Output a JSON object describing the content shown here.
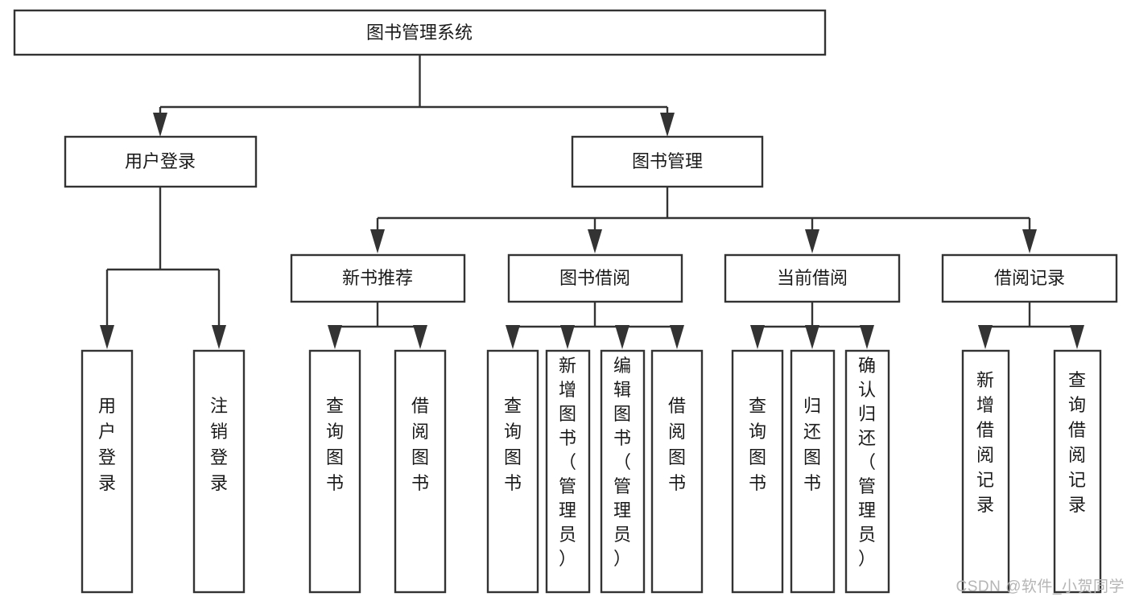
{
  "diagram": {
    "title": "图书管理系统",
    "type": "tree-hierarchy",
    "root": {
      "id": "root",
      "label": "图书管理系统",
      "orientation": "horizontal"
    },
    "level2": [
      {
        "id": "user-login",
        "label": "用户登录",
        "orientation": "horizontal"
      },
      {
        "id": "book-management",
        "label": "图书管理",
        "orientation": "horizontal"
      }
    ],
    "level3": [
      {
        "id": "new-book-recommend",
        "label": "新书推荐",
        "orientation": "horizontal",
        "parent": "book-management"
      },
      {
        "id": "book-borrow",
        "label": "图书借阅",
        "orientation": "horizontal",
        "parent": "book-management"
      },
      {
        "id": "current-borrow",
        "label": "当前借阅",
        "orientation": "horizontal",
        "parent": "book-management"
      },
      {
        "id": "borrow-record",
        "label": "借阅记录",
        "orientation": "horizontal",
        "parent": "book-management"
      }
    ],
    "leaves": [
      {
        "id": "leaf-user-login",
        "label": "用户登录",
        "orientation": "vertical",
        "parent": "user-login"
      },
      {
        "id": "leaf-user-logout",
        "label": "注销登录",
        "orientation": "vertical",
        "parent": "user-login"
      },
      {
        "id": "leaf-query-book-1",
        "label": "查询图书",
        "orientation": "vertical",
        "parent": "new-book-recommend"
      },
      {
        "id": "leaf-borrow-book-1",
        "label": "借阅图书",
        "orientation": "vertical",
        "parent": "new-book-recommend"
      },
      {
        "id": "leaf-query-book-2",
        "label": "查询图书",
        "orientation": "vertical",
        "parent": "book-borrow"
      },
      {
        "id": "leaf-add-book",
        "label": "新增图书（管理员）",
        "orientation": "vertical",
        "parent": "book-borrow"
      },
      {
        "id": "leaf-edit-book",
        "label": "编辑图书（管理员）",
        "orientation": "vertical",
        "parent": "book-borrow"
      },
      {
        "id": "leaf-borrow-book-2",
        "label": "借阅图书",
        "orientation": "vertical",
        "parent": "book-borrow"
      },
      {
        "id": "leaf-query-book-3",
        "label": "查询图书",
        "orientation": "vertical",
        "parent": "current-borrow"
      },
      {
        "id": "leaf-return-book",
        "label": "归还图书",
        "orientation": "vertical",
        "parent": "current-borrow"
      },
      {
        "id": "leaf-confirm-return",
        "label": "确认归还（管理员）",
        "orientation": "vertical",
        "parent": "current-borrow"
      },
      {
        "id": "leaf-add-record",
        "label": "新增借阅记录",
        "orientation": "vertical",
        "parent": "borrow-record"
      },
      {
        "id": "leaf-query-record",
        "label": "查询借阅记录",
        "orientation": "vertical",
        "parent": "borrow-record"
      }
    ],
    "colors": {
      "stroke": "#333333",
      "fill": "#ffffff",
      "text": "#1a1a1a",
      "watermark": "#b5b5b5",
      "background": "#ffffff"
    }
  },
  "watermark": {
    "text": "CSDN @软件_小贺同学"
  }
}
